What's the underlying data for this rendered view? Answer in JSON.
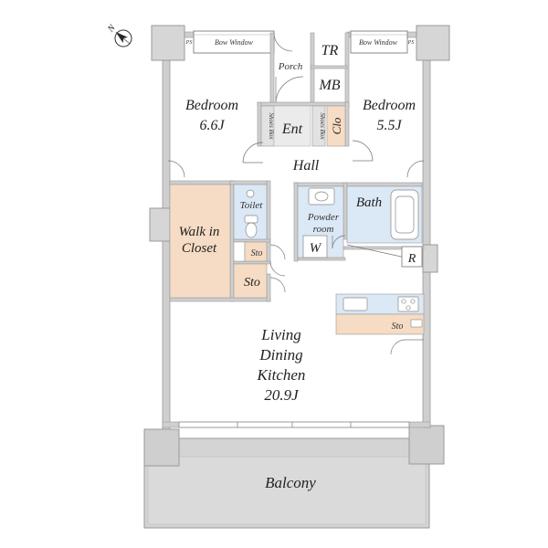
{
  "colors": {
    "wall": "#cfcfcf",
    "wall_edge": "#9a9a9a",
    "pillar": "#d6d6d6",
    "wet_area": "#dbe8f5",
    "storage": "#f6dcc4",
    "floor": "#ffffff",
    "line": "#666666"
  },
  "compass": {
    "label": "N"
  },
  "rooms": {
    "bedroom_left": {
      "name": "Bedroom",
      "size": "6.6J"
    },
    "bedroom_right": {
      "name": "Bedroom",
      "size": "5.5J"
    },
    "bow_window_left": "Bow Window",
    "bow_window_right": "Bow Window",
    "ps_left": "PS",
    "ps_right": "PS",
    "porch": "Porch",
    "tr": "TR",
    "mb": "MB",
    "entrance": "Ent",
    "shoe_box_left": "Shoes Box",
    "shoe_box_right": "Shoes Box",
    "closet": "Clo",
    "hall": "Hall",
    "toilet": "Toilet",
    "powder_room": {
      "line1": "Powder",
      "line2": "room"
    },
    "washer": "W",
    "bath": "Bath",
    "walk_in_closet": {
      "line1": "Walk in",
      "line2": "Closet"
    },
    "storage_small": "Sto",
    "storage_large": "Sto",
    "storage_kitchen": "Sto",
    "refrigerator": "R",
    "ldk": {
      "line1": "Living",
      "line2": "Dining",
      "line3": "Kitchen",
      "size": "20.9J"
    },
    "balcony": "Balcony"
  }
}
